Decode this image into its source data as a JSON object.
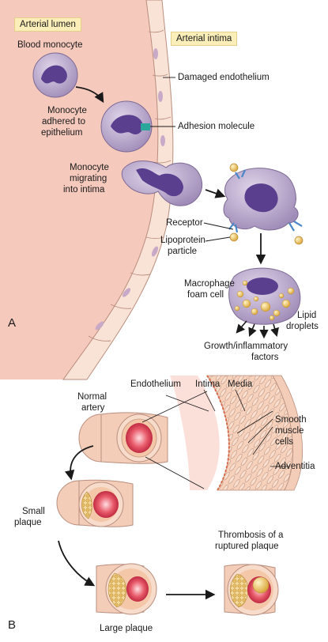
{
  "panel_a": {
    "letter": "A",
    "tag_lumen": "Arterial lumen",
    "tag_intima": "Arterial intima",
    "blood_monocyte": "Blood monocyte",
    "damaged_endothelium": "Damaged endothelium",
    "monocyte_adhered": [
      "Monocyte",
      "adhered to",
      "epithelium"
    ],
    "adhesion_molecule": "Adhesion molecule",
    "monocyte_migrating": [
      "Monocyte",
      "migrating",
      "into intima"
    ],
    "receptor": "Receptor",
    "lipoprotein": [
      "Lipoprotein",
      "particle"
    ],
    "macrophage": [
      "Macrophage",
      "foam cell"
    ],
    "lipid": [
      "Lipid",
      "droplets"
    ],
    "growth": [
      "Growth/inflammatory",
      "factors"
    ]
  },
  "panel_b": {
    "letter": "B",
    "normal_artery": [
      "Normal",
      "artery"
    ],
    "endothelium": "Endothelium",
    "intima": "Intima",
    "media": "Media",
    "smooth_muscle": [
      "Smooth",
      "muscle",
      "cells"
    ],
    "adventitia": "Adventitia",
    "small_plaque": [
      "Small",
      "plaque"
    ],
    "large_plaque": "Large plaque",
    "thrombosis": [
      "Thrombosis of a",
      "ruptured plaque"
    ]
  },
  "colors": {
    "lumen": "#f6c9bd",
    "endothelial_cell": "#f9e3d6",
    "cell_outline": "#b98e7e",
    "monocyte_body": "#b9a7c8",
    "monocyte_nucleus": "#5b3f8f",
    "adhesion": "#2aa79b",
    "receptor": "#4a88c8",
    "lipid": "#f0c75a",
    "artery_outer": "#f4cdb8",
    "lumen_blood": "#e04a5c",
    "plaque": "#e8c27a",
    "tag_bg": "#fbeeb8"
  }
}
